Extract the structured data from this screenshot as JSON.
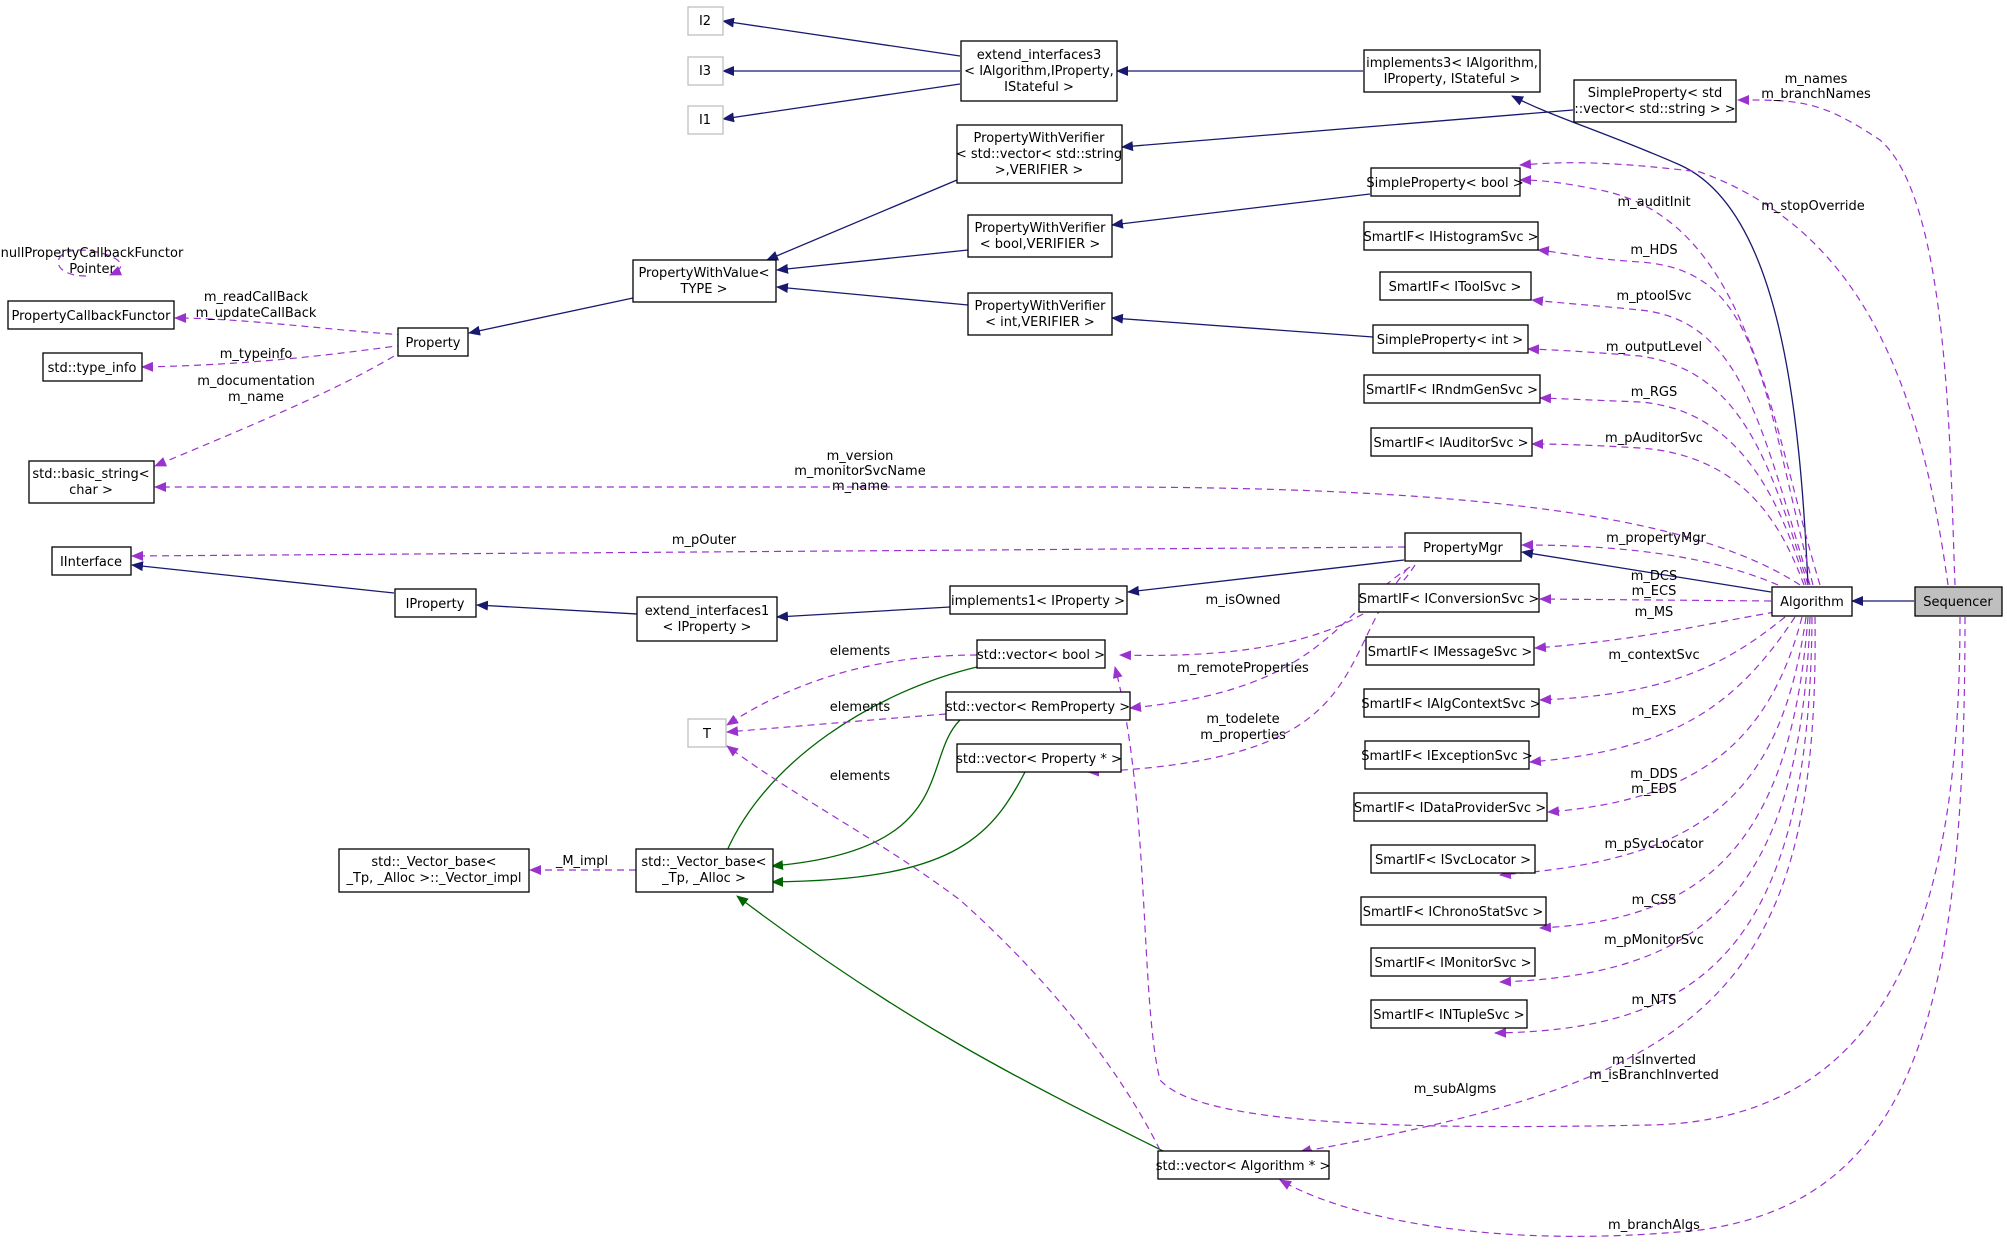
{
  "diagram": {
    "nodes": {
      "I2": "I2",
      "I3": "I3",
      "I1": "I1",
      "ext3": [
        "extend_interfaces3",
        "< IAlgorithm,IProperty,",
        "IStateful >"
      ],
      "impl3": [
        "implements3< IAlgorithm,",
        "IProperty, IStateful >"
      ],
      "spVecStr": [
        "SimpleProperty< std",
        "::vector< std::string > >"
      ],
      "pwvVecStr": [
        "PropertyWithVerifier",
        "< std::vector< std::string",
        ">,VERIFIER >"
      ],
      "spBool": "SimpleProperty< bool >",
      "pwvBool": [
        "PropertyWithVerifier",
        "< bool,VERIFIER >"
      ],
      "pwValue": [
        "PropertyWithValue<",
        "TYPE >"
      ],
      "nullPCF": [
        "nullPropertyCallbackFunctor",
        "Pointer"
      ],
      "pcf": "PropertyCallbackFunctor",
      "property": "Property",
      "typeInfo": "std::type_info",
      "pwvInt": [
        "PropertyWithVerifier",
        "< int,VERIFIER >"
      ],
      "spInt": "SimpleProperty< int >",
      "siHisto": "SmartIF< IHistogramSvc >",
      "siTool": "SmartIF< IToolSvc >",
      "siRndm": "SmartIF< IRndmGenSvc >",
      "siAuditor": "SmartIF< IAuditorSvc >",
      "basicString": [
        "std::basic_string<",
        "char >"
      ],
      "iinterface": "IInterface",
      "propMgr": "PropertyMgr",
      "iproperty": "IProperty",
      "ext1": [
        "extend_interfaces1",
        "< IProperty >"
      ],
      "impl1": "implements1< IProperty >",
      "siConv": "SmartIF< IConversionSvc >",
      "algorithm": "Algorithm",
      "sequencer": "Sequencer",
      "vecBool": "std::vector< bool >",
      "siMsg": "SmartIF< IMessageSvc >",
      "vecRem": "std::vector< RemProperty >",
      "siAlgCtx": "SmartIF< IAlgContextSvc >",
      "T": "T",
      "vecProp": "std::vector< Property * >",
      "siExc": "SmartIF< IExceptionSvc >",
      "siDataProv": "SmartIF< IDataProviderSvc >",
      "vectorImpl": [
        "std::_Vector_base<",
        "_Tp, _Alloc >::_Vector_impl"
      ],
      "vectorBase": [
        "std::_Vector_base<",
        "_Tp, _Alloc >"
      ],
      "siSvcLoc": "SmartIF< ISvcLocator >",
      "siChrono": "SmartIF< IChronoStatSvc >",
      "siMonitor": "SmartIF< IMonitorSvc >",
      "siNTuple": "SmartIF< INTupleSvc >",
      "vecAlg": "std::vector< Algorithm * >"
    },
    "edge_labels": {
      "names": [
        "m_names",
        "m_branchNames"
      ],
      "stopOverride": "m_stopOverride",
      "auditInit": "m_auditInit",
      "hds": "m_HDS",
      "ptoolSvc": "m_ptoolSvc",
      "outputLevel": "m_outputLevel",
      "rgs": "m_RGS",
      "pAuditorSvc": "m_pAuditorSvc",
      "strings": [
        "m_version",
        "m_monitorSvcName",
        "m_name"
      ],
      "pOuter": "m_pOuter",
      "propertyMgr": "m_propertyMgr",
      "dcsEcs": [
        "m_DCS",
        "m_ECS"
      ],
      "ms": "m_MS",
      "isOwned": "m_isOwned",
      "contextSvc": "m_contextSvc",
      "remoteProperties": "m_remoteProperties",
      "exs": "m_EXS",
      "todelete": [
        "m_todelete",
        "m_properties"
      ],
      "ddsEds": [
        "m_DDS",
        "m_EDS"
      ],
      "pSvcLocator": "m_pSvcLocator",
      "css": "m_CSS",
      "pMonitorSvc": "m_pMonitorSvc",
      "nts": "m_NTS",
      "isInverted": [
        "m_isInverted",
        "m_isBranchInverted"
      ],
      "subAlgms": "m_subAlgms",
      "branchAlgs": "m_branchAlgs",
      "readCallBack": [
        "m_readCallBack",
        "m_updateCallBack"
      ],
      "typeinfo": "m_typeinfo",
      "documentation": [
        "m_documentation",
        "m_name"
      ],
      "elements": "elements",
      "mimpl": "_M_impl"
    },
    "colors": {
      "inheritance": "#191970",
      "template": "#006400",
      "usage": "#9a32cd",
      "highlight_fill": "#bfbfbf",
      "grey_border": "#bfbfbf"
    }
  }
}
